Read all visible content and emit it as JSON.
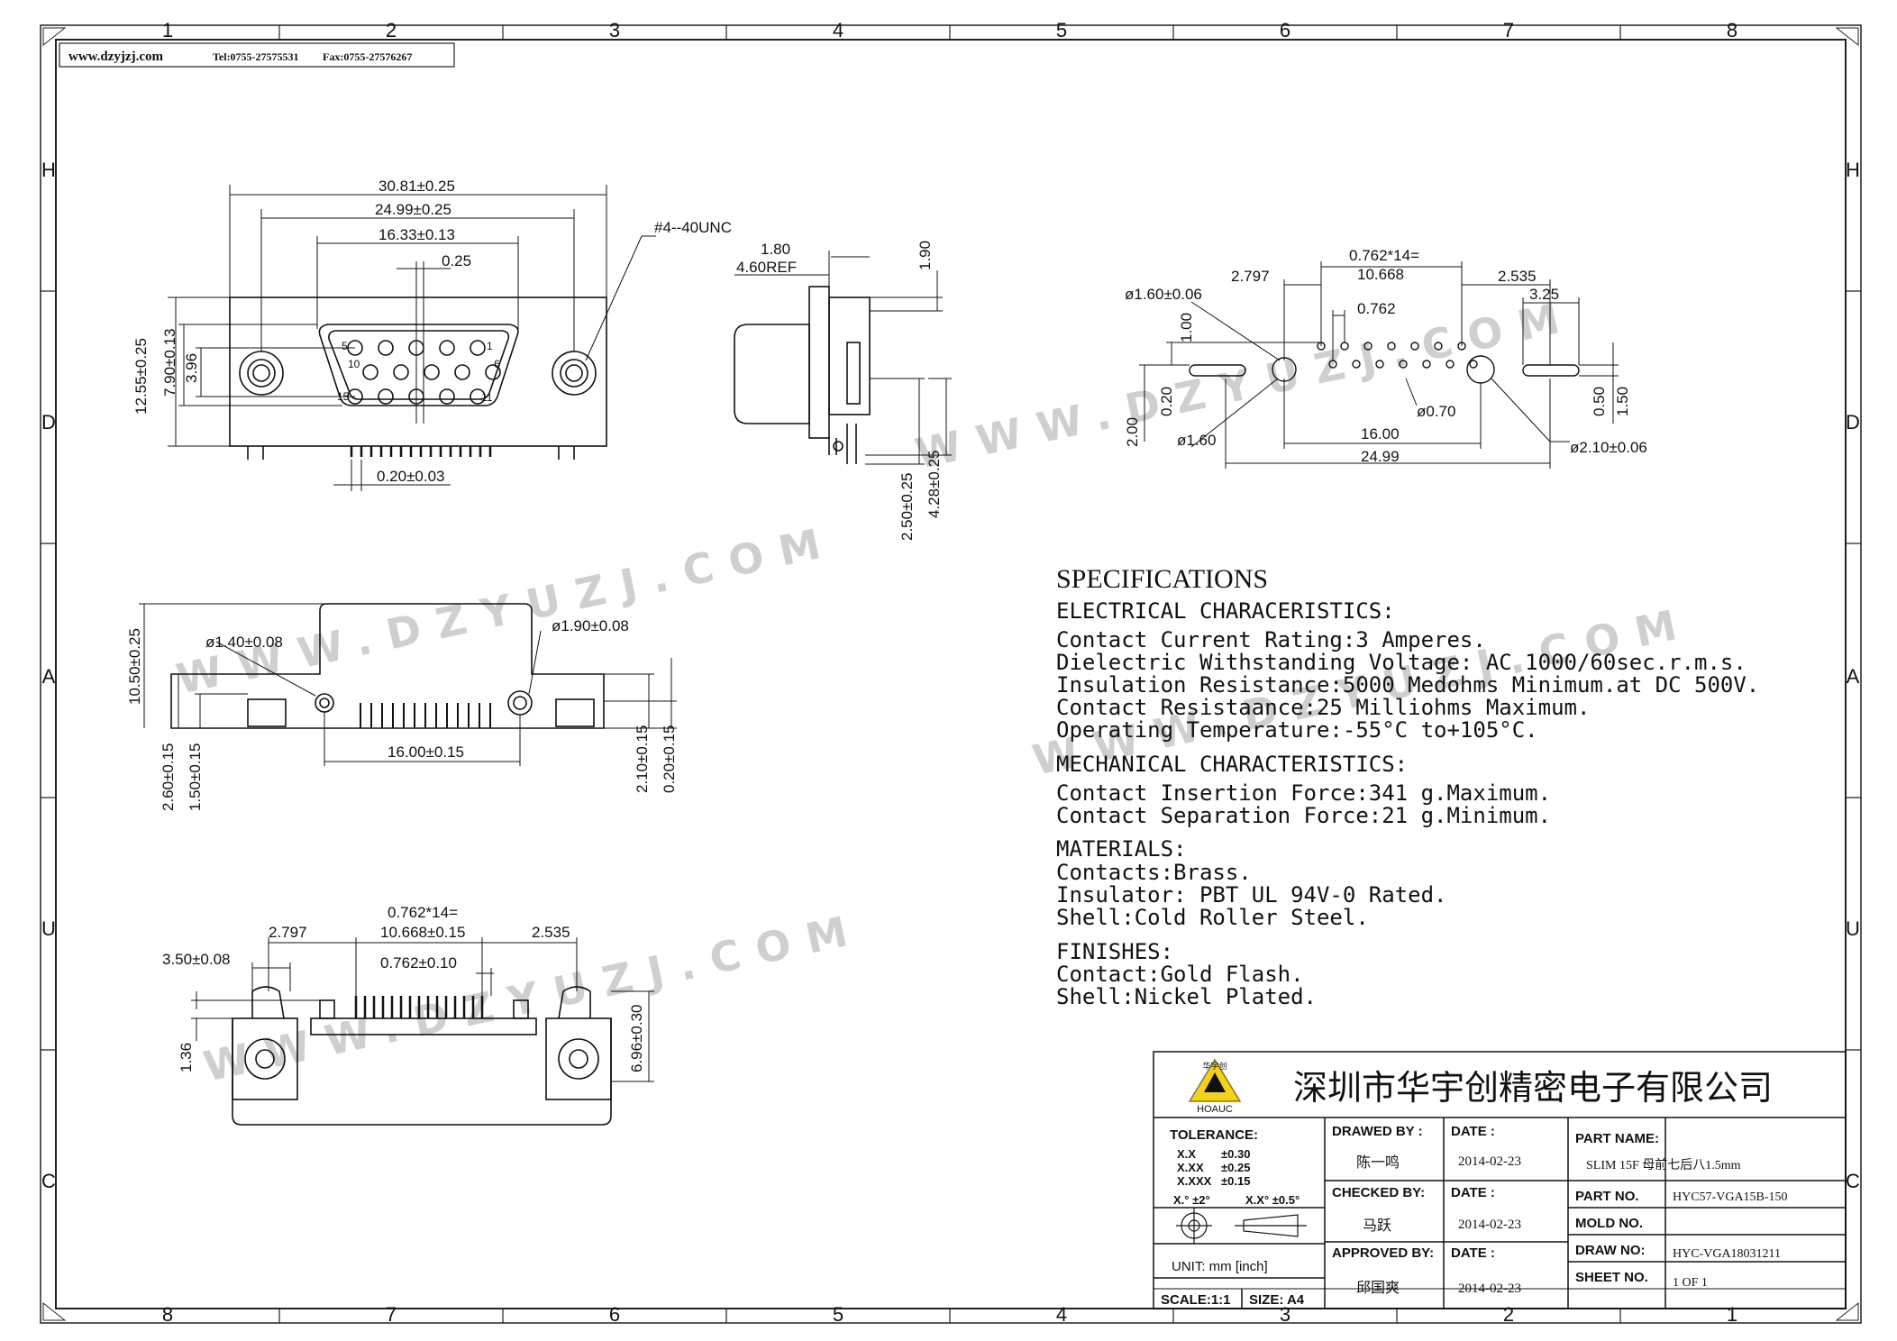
{
  "header": {
    "website": "www.dzyjzj.com",
    "tel": "Tel:0755-27575531",
    "fax": "Fax:0755-27576267"
  },
  "frame": {
    "top_cols": [
      "1",
      "2",
      "3",
      "4",
      "5",
      "6",
      "7",
      "8"
    ],
    "bottom_cols": [
      "8",
      "7",
      "6",
      "5",
      "4",
      "3",
      "2",
      "1"
    ],
    "rows": [
      "H",
      "D",
      "A",
      "U",
      "C"
    ]
  },
  "watermarks": [
    "WWW.DZYUZJ.COM",
    "WWW.DZYUZJ.COM",
    "WWW.DZYUZJ.COM",
    "WWW.DZYUZJ.COM"
  ],
  "front_view": {
    "dims": [
      "30.81±0.25",
      "24.99±0.25",
      "16.33±0.13",
      "0.25",
      "12.55±0.25",
      "7.90±0.13",
      "3.96",
      "0.20±0.03",
      "#4--40UNC"
    ],
    "pins": [
      "5",
      "1",
      "10",
      "6",
      "15",
      "11"
    ]
  },
  "side_view": {
    "dims": [
      "1.80",
      "4.60REF",
      "1.90",
      "2.50±0.25",
      "4.28±0.25"
    ]
  },
  "footprint": {
    "dims": [
      "0.762*14=",
      "10.668",
      "2.797",
      "2.535",
      "0.762",
      "3.25",
      "ø1.60±0.06",
      "1.00",
      "0.20",
      "2.00",
      "ø1.60",
      "16.00",
      "24.99",
      "ø0.70",
      "ø2.10±0.06",
      "0.50",
      "1.50"
    ]
  },
  "bottom_view": {
    "dims": [
      "10.50±0.25",
      "ø1.40±0.08",
      "ø1.90±0.08",
      "16.00±0.15",
      "2.60±0.15",
      "1.50±0.15",
      "2.10±0.15",
      "0.20±0.15"
    ]
  },
  "top_view": {
    "dims": [
      "0.762*14=",
      "10.668±0.15",
      "2.797",
      "2.535",
      "3.50±0.08",
      "0.762±0.10",
      "1.36",
      "6.96±0.30"
    ]
  },
  "specifications": {
    "title": "SPECIFICATIONS",
    "electrical_heading": "ELECTRICAL CHARACERISTICS:",
    "electrical": [
      "Contact Current Rating:3 Amperes.",
      "Dielectric Withstanding Voltage: AC 1000/60sec.r.m.s.",
      "Insulation Resistance:5000 Medohms Minimum.at DC 500V.",
      "Contact Resistaance:25 Milliohms Maximum.",
      "Operating Temperature:-55°C to+105°C."
    ],
    "mechanical_heading": "MECHANICAL CHARACTERISTICS:",
    "mechanical": [
      "Contact Insertion Force:341 g.Maximum.",
      "Contact Separation Force:21 g.Minimum."
    ],
    "materials_heading": "MATERIALS:",
    "materials": [
      "Contacts:Brass.",
      "Insulator: PBT UL 94V-0 Rated.",
      "Shell:Cold Roller Steel."
    ],
    "finishes_heading": "FINISHES:",
    "finishes": [
      "Contact:Gold Flash.",
      "Shell:Nickel Plated."
    ]
  },
  "title_block": {
    "company": "深圳市华宇创精密电子有限公司",
    "logo_text": "HOAUC",
    "logo_top": "华宇创",
    "tolerance_label": "TOLERANCE:",
    "tol": [
      {
        "k": "X.X",
        "v": "±0.30"
      },
      {
        "k": "X.XX",
        "v": "±0.25"
      },
      {
        "k": "X.XXX",
        "v": "±0.15"
      }
    ],
    "angle_tol_1": "X.° ±2°",
    "angle_tol_2": "X.X° ±0.5°",
    "unit": "UNIT:  mm  [inch]",
    "scale": "SCALE:1:1",
    "size": "SIZE: A4",
    "drawed_by_label": "DRAWED BY :",
    "drawed_by": "陈一鸣",
    "checked_by_label": "CHECKED BY:",
    "checked_by": "马跃",
    "approved_by_label": "APPROVED BY:",
    "approved_by": "邱国爽",
    "date_label": "DATE :",
    "date1": "2014-02-23",
    "date2": "2014-02-23",
    "date3": "2014-02-23",
    "part_name_label": "PART NAME:",
    "part_name": "SLIM 15F 母前七后八1.5mm",
    "part_no_label": "PART NO.",
    "part_no": "HYC57-VGA15B-150",
    "mold_no_label": "MOLD NO.",
    "mold_no": "",
    "draw_no_label": "DRAW NO:",
    "draw_no": "HYC-VGA18031211",
    "sheet_no_label": "SHEET NO.",
    "sheet_no": "1 OF 1"
  }
}
